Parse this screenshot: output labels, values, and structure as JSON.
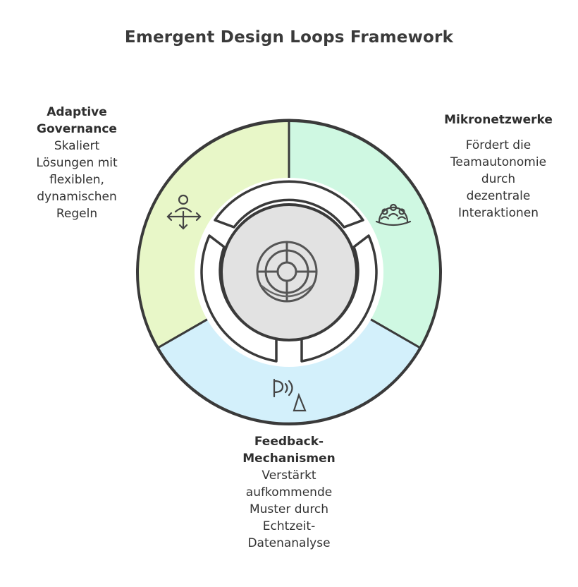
{
  "title": "Emergent Design Loops Framework",
  "colors": {
    "segment_left": "#e8f7c8",
    "segment_right": "#cff8e2",
    "segment_bottom": "#d3f0fb",
    "center": "#e2e2e2",
    "outline": "#3a3a3a"
  },
  "segments": {
    "left": {
      "heading": "Adaptive Governance",
      "description": "Skaliert\nLösungen mit\nflexiblen,\ndynamischen\nRegeln",
      "icon": "governance-person-arrows-icon"
    },
    "right": {
      "heading": "Mikronetzwerke",
      "description": "Fördert die\nTeamautonomie\ndurch\ndezentrale\nInteraktionen",
      "icon": "team-group-icon"
    },
    "bottom": {
      "heading": "Feedback-Mechanismen",
      "description": "Verstärkt\naufkommende\nMuster durch\nEchtzeit-\nDatenanalyse",
      "icon": "signal-sensor-icon"
    }
  },
  "center_icon": "loop-target-icon"
}
